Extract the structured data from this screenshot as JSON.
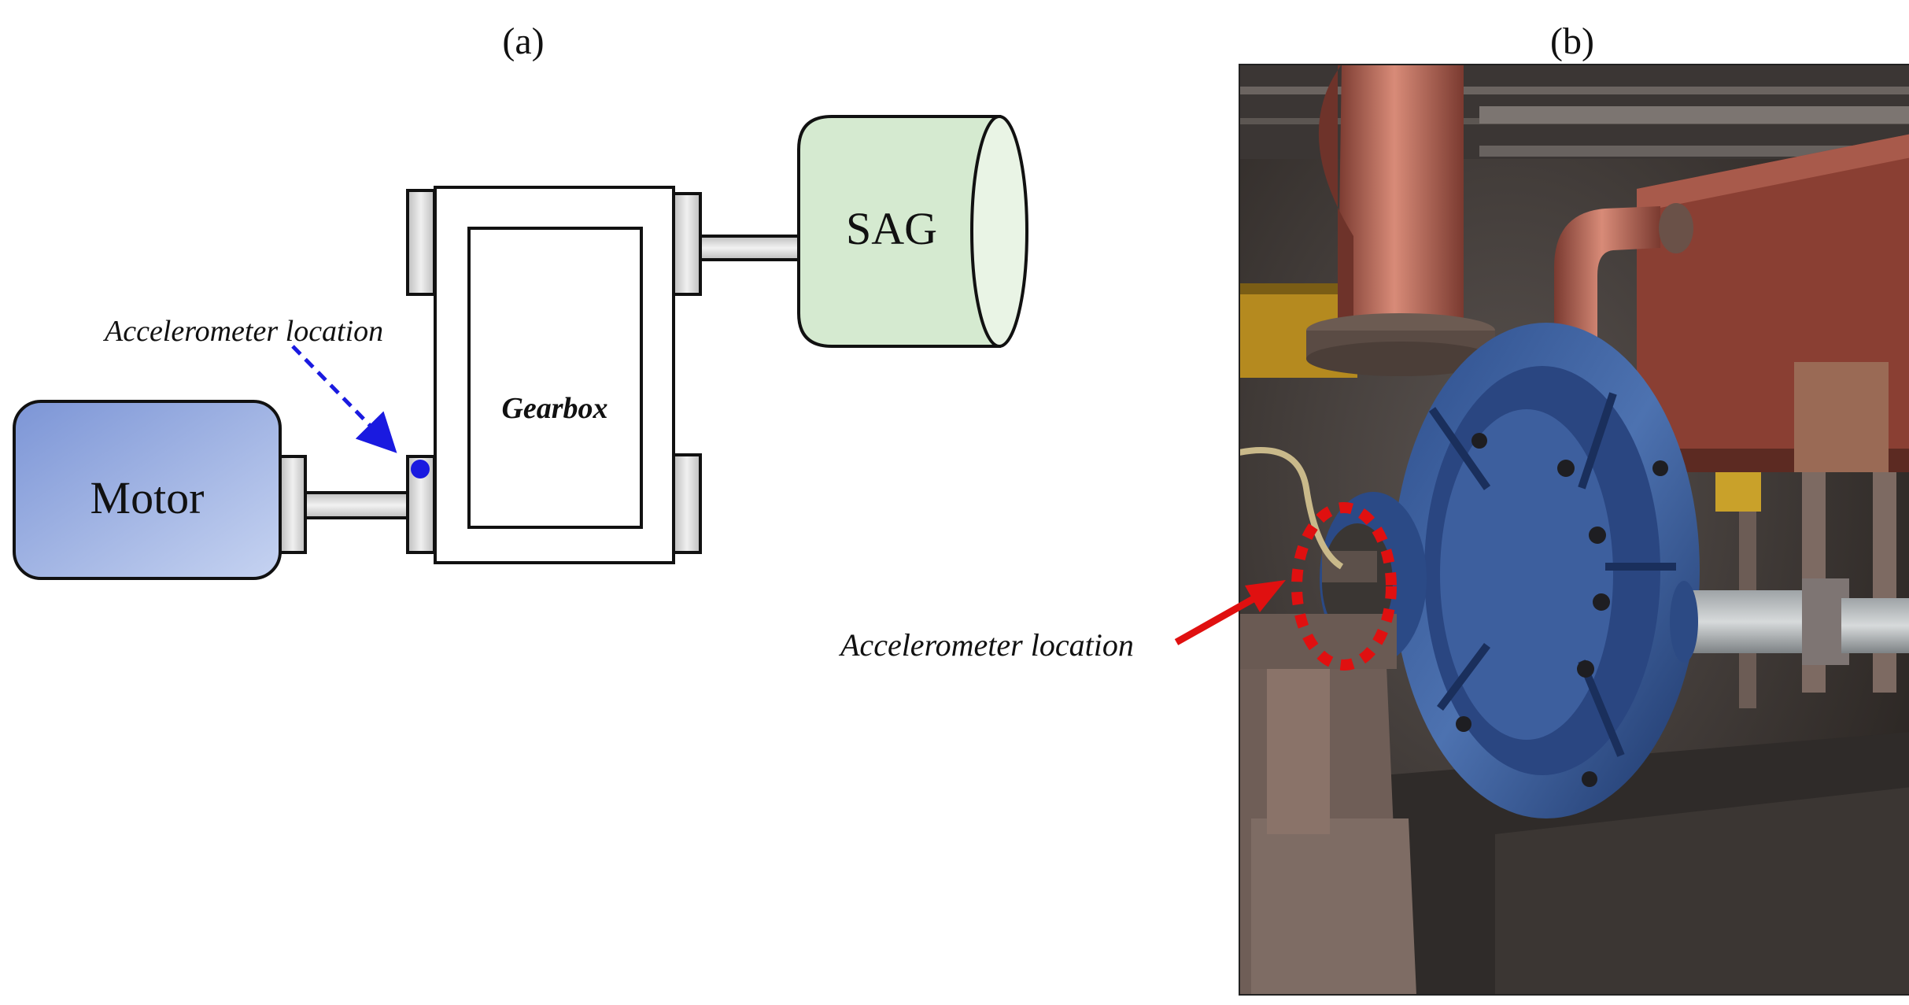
{
  "panels": {
    "a_label": "(a)",
    "b_label": "(b)"
  },
  "diagram": {
    "motor_label": "Motor",
    "gearbox_label": "Gearbox",
    "sag_label": "SAG",
    "accelerometer_label": "Accelerometer location",
    "colors": {
      "motor_fill": "#8fa6dd",
      "sag_fill": "#d5ead0",
      "coupling_fill": "#d6d6d6",
      "annotation_blue": "#1a1ae0",
      "annotation_red": "#e01010"
    }
  },
  "photo": {
    "accelerometer_label": "Accelerometer location",
    "subject": "slurry-pump-photo"
  }
}
